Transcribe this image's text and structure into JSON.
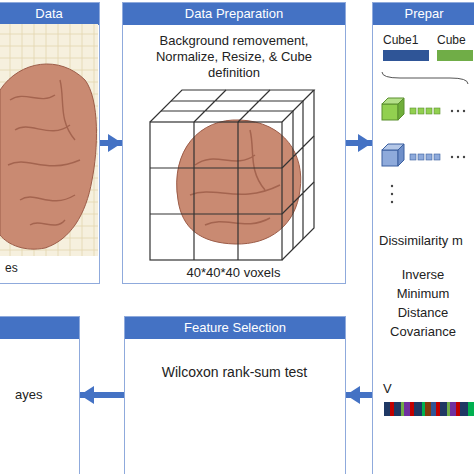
{
  "diagram": {
    "nodes": [
      {
        "text": [
          "Data",
          "es"
        ]
      },
      {
        "text": [
          "Data Preparation",
          "Background removement, Normalize, Resize, & Cube definition",
          "40*40*40 voxels"
        ]
      },
      {
        "text": [
          "Prepar",
          "Dissimilarity m",
          "Inverse Minimum Distance Covariance",
          "V"
        ]
      },
      {
        "text": [
          "Cube1"
        ],
        "in": 2
      },
      {
        "text": [
          "Cube"
        ],
        "in": 2
      },
      {
        "text": [
          "ayes"
        ]
      },
      {
        "text": [
          "Feature Selection",
          "Wilcoxon rank-sum test"
        ]
      }
    ],
    "edges": [
      {
        "from": 0,
        "to": 1,
        "arrow": "to"
      },
      {
        "from": 1,
        "to": 2,
        "arrow": "to"
      },
      {
        "from": 2,
        "to": 6,
        "arrow": "to"
      },
      {
        "from": 6,
        "to": 5,
        "arrow": "to"
      }
    ]
  }
}
